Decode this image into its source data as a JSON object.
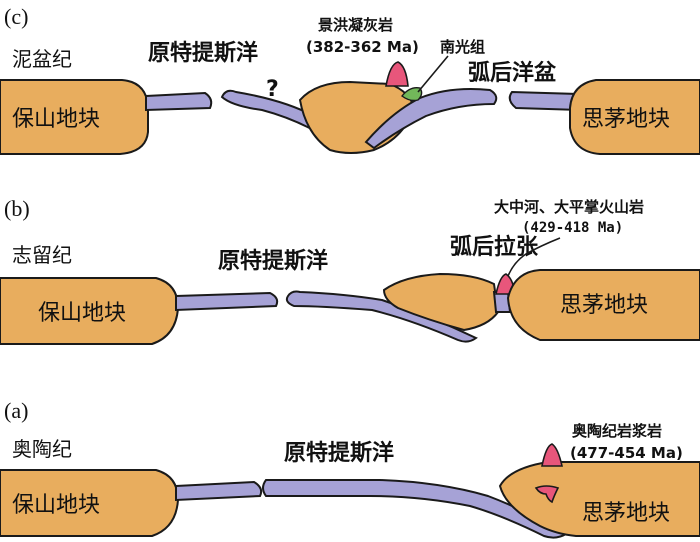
{
  "panels": {
    "c": {
      "tag": "(c)",
      "period": "泥盆纪",
      "ocean": "原特提斯洋",
      "question": "?",
      "rock_name": "景洪凝灰岩",
      "rock_age": "(382-362 Ma)",
      "group": "南光组",
      "basin": "弧后洋盆",
      "left_block": "保山地块",
      "right_block": "思茅地块"
    },
    "b": {
      "tag": "(b)",
      "period": "志留纪",
      "ocean": "原特提斯洋",
      "rifting": "弧后拉张",
      "rock_name": "大中河、大平掌火山岩",
      "rock_age": "(429-418 Ma)",
      "left_block": "保山地块",
      "right_block": "思茅地块"
    },
    "a": {
      "tag": "(a)",
      "period": "奥陶纪",
      "ocean": "原特提斯洋",
      "rock_name": "奥陶纪岩浆岩",
      "rock_age": "(477-454 Ma)",
      "left_block": "保山地块",
      "right_block": "思茅地块"
    }
  },
  "colors": {
    "continental_crust": "#e8ad5e",
    "oceanic_slab": "#a6a2d6",
    "magma": "#e8567b",
    "nanguang_group": "#72b85a"
  }
}
